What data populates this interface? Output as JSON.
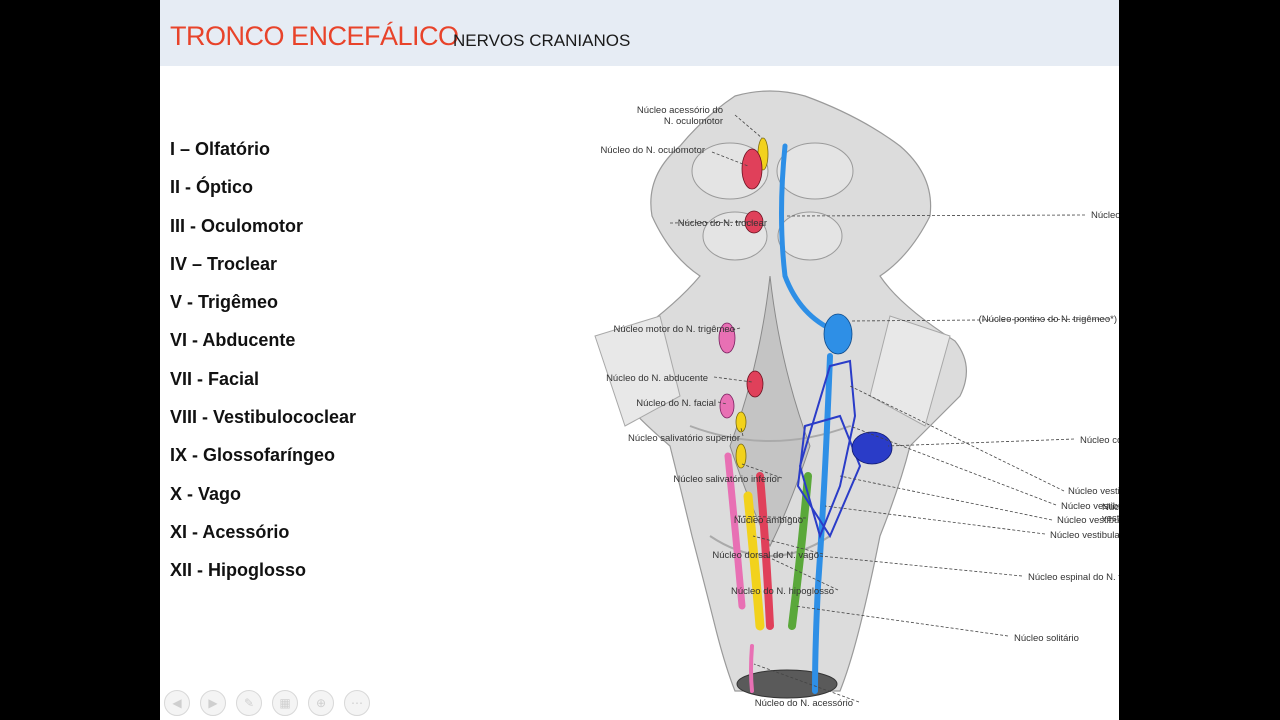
{
  "slide": {
    "title": "TRONCO ENCEFÁLICO",
    "subtitle": "NERVOS CRANIANOS"
  },
  "nerves": [
    "I – Olfatório",
    "II - Óptico",
    "III - Oculomotor",
    "IV – Troclear",
    "V - Trigêmeo",
    "VI - Abducente",
    "VII - Facial",
    "VIII - Vestibulococlear",
    "IX - Glossofaríngeo",
    "X - Vago",
    "XI - Acessório",
    "XII - Hipoglosso"
  ],
  "diagram": {
    "left_labels": {
      "acessorio_oculomotor_1": "Núcleo acessório do",
      "acessorio_oculomotor_2": "N. oculomotor",
      "oculomotor": "Núcleo do N. oculomotor",
      "troclear": "Núcleo do N. troclear",
      "motor_trigemeo": "Núcleo motor do N. trigêmeo",
      "abducente": "Núcleo do N. abducente",
      "facial": "Núcleo do N. facial",
      "salivatorio_superior": "Núcleo salivatório superior",
      "salivatorio_inferior": "Núcleo salivatório inferior",
      "ambiguo": "Núcleo ambíguo",
      "dorsal_vago": "Núcleo dorsal do N. vago",
      "hipoglosso": "Núcleo do N. hipoglosso",
      "acessorio": "Núcleo do N. acessório"
    },
    "right_labels": {
      "mesencefalico": "Núcleo mesencefálico do N. trigêmeo",
      "pontino": "(Núcleo pontino do N. trigêmeo*)",
      "coclear_posterior": "Núcleo coclear posterior",
      "vest_superior": "Núcleo vestibular superior",
      "vest_lateral": "Núcleo vestibular lateral",
      "vest_inferior": "Núcleo vestibular inferior",
      "vest_medial": "Núcleo vestibular medial",
      "vest_group_1": "Núcleos",
      "vest_group_2": "vestibulares",
      "espinal": "Núcleo espinal do N. trigêmeo",
      "solitario": "Núcleo solitário"
    },
    "colors": {
      "motor": "#e0405a",
      "branchial": "#e870b4",
      "parasympathetic": "#f2d21c",
      "sensory": "#2e8fe6",
      "vestibular": "#2a3cc8",
      "solitary": "#5aa83a",
      "tissue": "#d8d8d8"
    }
  },
  "controls": [
    "previous-icon",
    "next-icon",
    "pen-icon",
    "slides-icon",
    "zoom-icon",
    "more-icon"
  ]
}
